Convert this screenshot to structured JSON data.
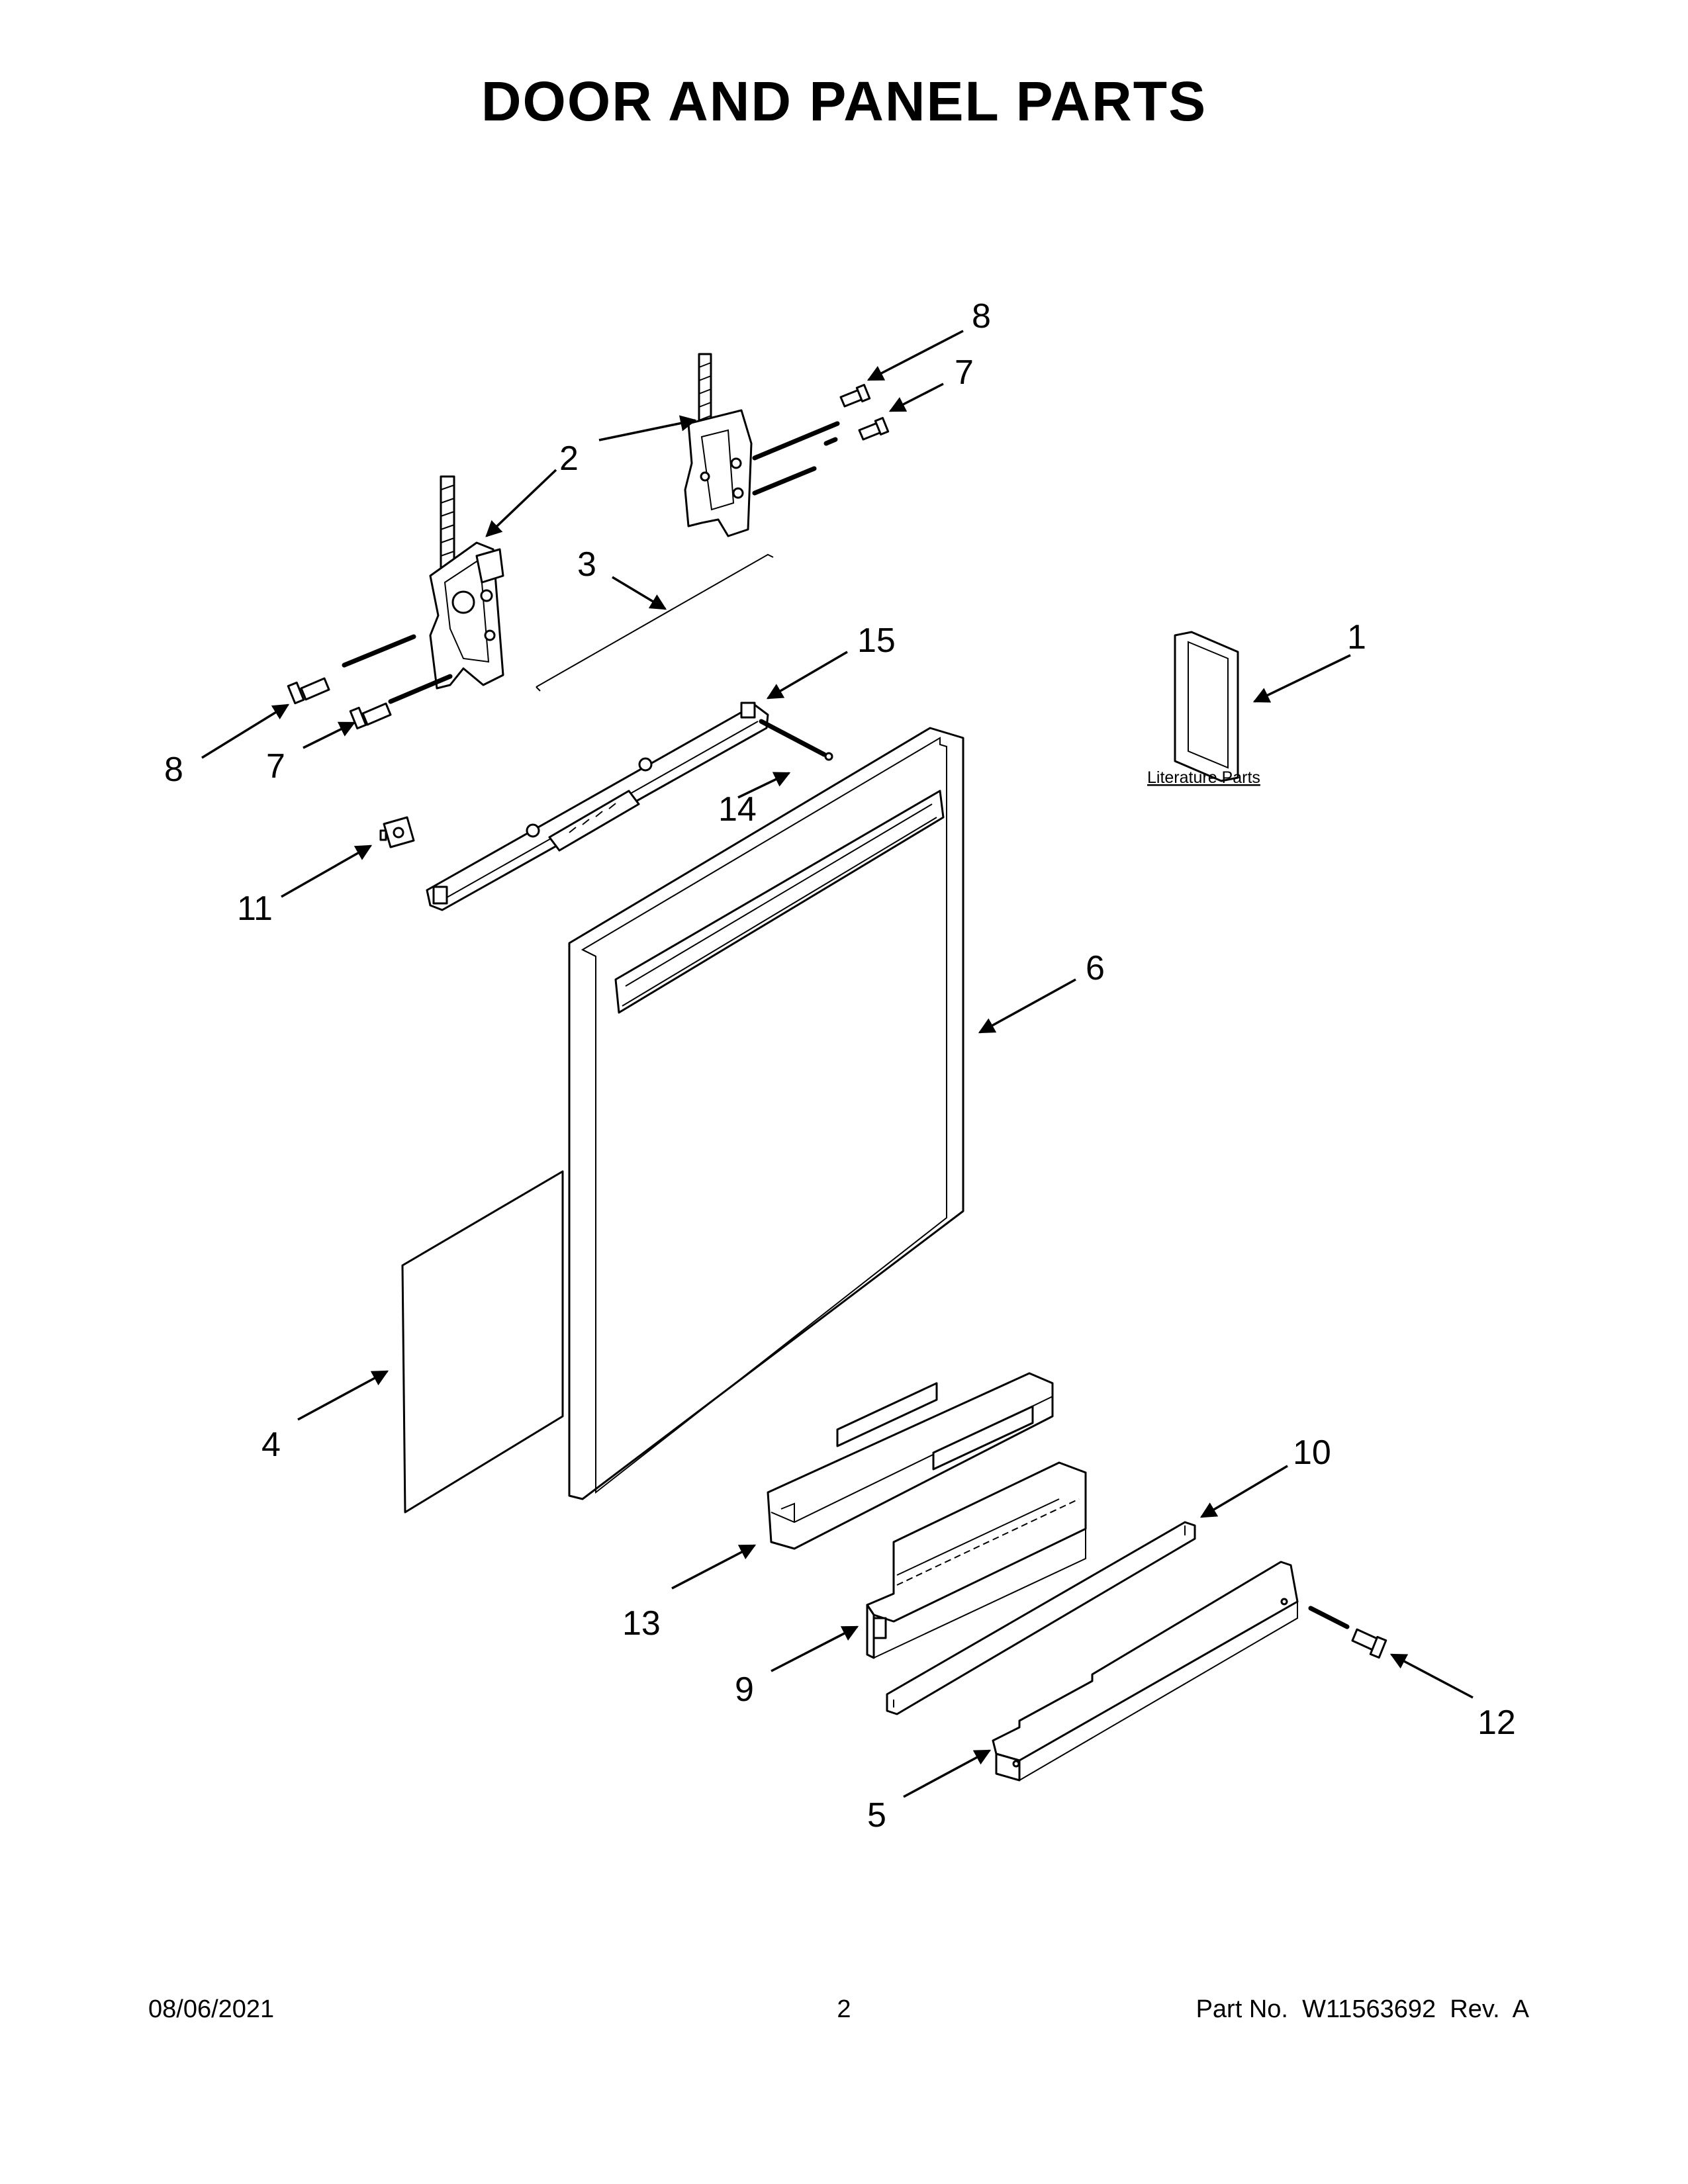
{
  "title": "DOOR AND PANEL PARTS",
  "literature_label": "Literature Parts",
  "callouts": {
    "c1": "1",
    "c2": "2",
    "c3": "3",
    "c4": "4",
    "c5": "5",
    "c6": "6",
    "c7a": "7",
    "c7b": "7",
    "c8a": "8",
    "c8b": "8",
    "c9": "9",
    "c10": "10",
    "c11": "11",
    "c12": "12",
    "c13": "13",
    "c14": "14",
    "c15": "15"
  },
  "footer": {
    "date": "08/06/2021",
    "page": "2",
    "part": "Part No.  W11563692  Rev.  A"
  }
}
